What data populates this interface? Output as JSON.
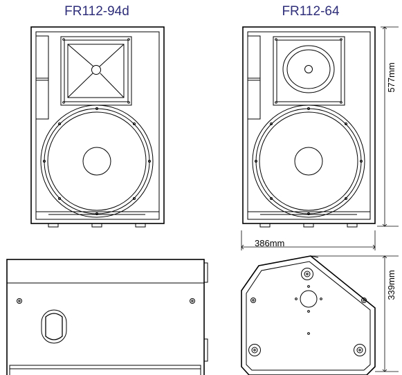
{
  "models": {
    "left": {
      "name": "FR112-94d"
    },
    "right": {
      "name": "FR112-64"
    }
  },
  "dimensions": {
    "height": "577mm",
    "width": "386mm",
    "depth": "339mm"
  },
  "colors": {
    "title": "#2e2e7a",
    "line": "#000000"
  }
}
